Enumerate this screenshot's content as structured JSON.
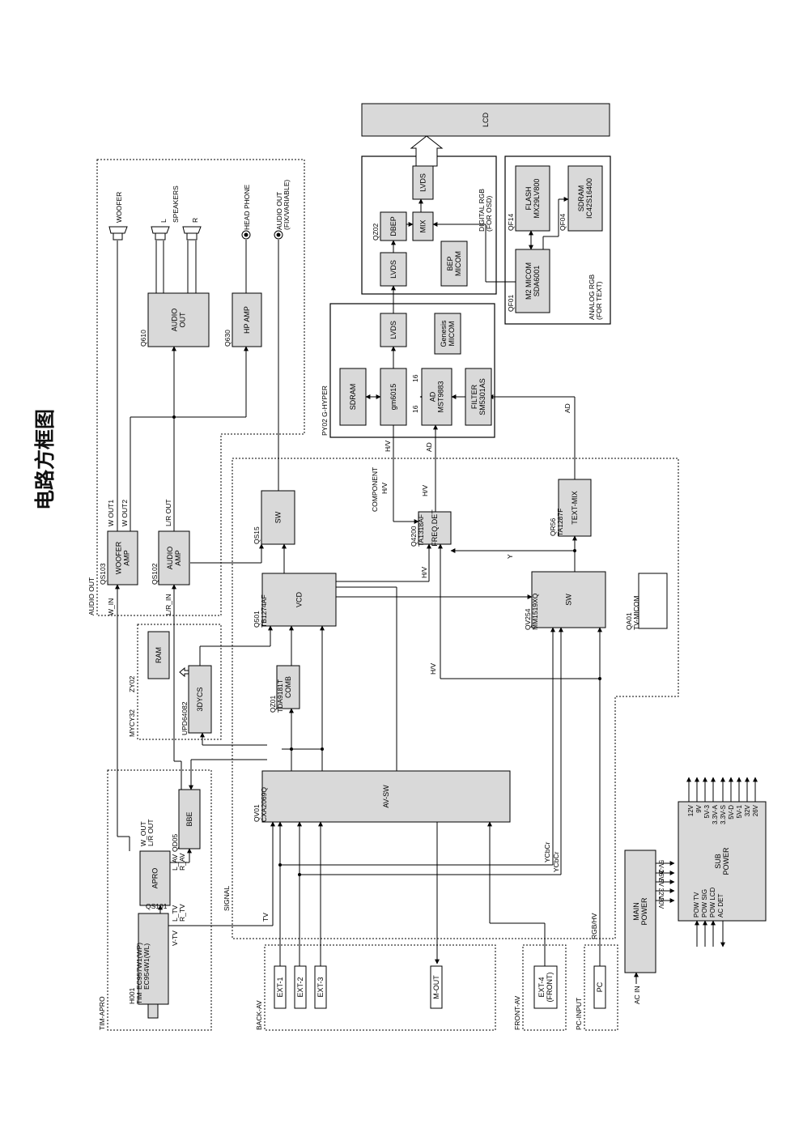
{
  "heading": "电路方框图",
  "diagram": {
    "sections": [
      {
        "id": "tim_apro",
        "label": "TIM-APRO"
      },
      {
        "id": "back_av",
        "label": "BACK-AV"
      },
      {
        "id": "front_av",
        "label": "FRONT-AV"
      },
      {
        "id": "pc_input",
        "label": "PC-INPUT"
      },
      {
        "id": "audio_out",
        "label": "AUDIO OUT"
      },
      {
        "id": "mycy32",
        "label": "MYCY32"
      },
      {
        "id": "zy02",
        "label": "ZY02"
      },
      {
        "id": "signal",
        "label": "SIGNAL"
      },
      {
        "id": "g_hyper",
        "label": "PY02  G-HYPER"
      },
      {
        "id": "digital_rgb",
        "label": "DIGITAL RGB (FOR OSD)"
      },
      {
        "id": "analog_rgb",
        "label": "ANALOG RGB (FOR TEXT)"
      }
    ],
    "blocks": [
      {
        "id": "lcd",
        "label": "LCD",
        "ref": ""
      },
      {
        "id": "ext1",
        "label": "EXT-1",
        "ref": ""
      },
      {
        "id": "ext2",
        "label": "EXT-2",
        "ref": ""
      },
      {
        "id": "ext3",
        "label": "EXT-3",
        "ref": ""
      },
      {
        "id": "mout",
        "label": "M-OUT",
        "ref": ""
      },
      {
        "id": "ext4",
        "label": "EXT-4 (FRONT)",
        "ref": ""
      },
      {
        "id": "pc",
        "label": "PC",
        "ref": ""
      },
      {
        "id": "tuner",
        "label": "",
        "ref": "H001 TIM"
      },
      {
        "id": "apro",
        "label": "APRO",
        "ref": "QS101"
      },
      {
        "id": "bbe",
        "label": "BBE",
        "ref": "QD05"
      },
      {
        "id": "ram",
        "label": "RAM",
        "ref": ""
      },
      {
        "id": "dycs",
        "label": "3DYCS",
        "ref": "UPD64082"
      },
      {
        "id": "comb",
        "label": "COMB",
        "ref": "QZ01 TDA9181T"
      },
      {
        "id": "avsw",
        "label": "AV-SW",
        "ref": "QV01 CXA2069Q"
      },
      {
        "id": "vcd",
        "label": "VCD",
        "ref": "Q501 TB1274AF"
      },
      {
        "id": "sw_video",
        "label": "SW",
        "ref": "QV254 MM1519XQ"
      },
      {
        "id": "tvmicom",
        "label": "",
        "ref": "QA01 TV-MICOM"
      },
      {
        "id": "woofer_amp",
        "label": "WOOFER AMP",
        "ref": "QS103"
      },
      {
        "id": "audio_amp",
        "label": "AUDIO AMP",
        "ref": "QS102"
      },
      {
        "id": "sw_audio",
        "label": "SW",
        "ref": "QS15"
      },
      {
        "id": "freqdet",
        "label": "FREQ.DET",
        "ref": "Q4200 TA1318AF"
      },
      {
        "id": "textmix",
        "label": "TEXT-MIX",
        "ref": "QR56 TA1287F"
      },
      {
        "id": "audio_out_ic",
        "label": "AUDIO OUT",
        "ref": "Q610"
      },
      {
        "id": "hp_amp",
        "label": "HP AMP",
        "ref": "Q630"
      },
      {
        "id": "sdram_h",
        "label": "SDRAM",
        "ref": ""
      },
      {
        "id": "gm6015",
        "label": "gm6015",
        "ref": ""
      },
      {
        "id": "ad",
        "label": "AD MST9883",
        "ref": ""
      },
      {
        "id": "filter",
        "label": "FILTER SM5301AS",
        "ref": ""
      },
      {
        "id": "lvds1",
        "label": "LVDS",
        "ref": ""
      },
      {
        "id": "genesis",
        "label": "Genesis MICOM",
        "ref": ""
      },
      {
        "id": "lvds2",
        "label": "LVDS",
        "ref": ""
      },
      {
        "id": "dbep",
        "label": "DBEP",
        "ref": "QZ02"
      },
      {
        "id": "mix",
        "label": "MIX",
        "ref": ""
      },
      {
        "id": "lvds3",
        "label": "LVDS",
        "ref": ""
      },
      {
        "id": "bep",
        "label": "BEP MICOM",
        "ref": ""
      },
      {
        "id": "m2micom",
        "label": "M2 MICOM SDA6001",
        "ref": "QF01"
      },
      {
        "id": "flash",
        "label": "FLASH MX29LV800",
        "ref": "QF14"
      },
      {
        "id": "sdram_t",
        "label": "SDRAM IC42S16400",
        "ref": "QF04"
      },
      {
        "id": "main_power",
        "label": "MAIN POWER",
        "ref": ""
      },
      {
        "id": "sub_power",
        "label": "SUB POWER",
        "ref": ""
      }
    ],
    "labels": {
      "tuner_ref2": "EC957W1(WP)",
      "tuner_ref3": "EC954W1(WL)",
      "vtv": "V-TV",
      "l_tv": "L_TV",
      "r_tv": "R_TV",
      "l_av": "L_AV",
      "r_av": "R_AV",
      "w_out": "W_OUT",
      "lr_out_bbe": "L/R OUT",
      "tv": "TV",
      "w_in": "W_IN",
      "w_out1": "W OUT1",
      "w_out2": "W OUT2",
      "lr_in": "L/R_IN",
      "lr_out": "L/R OUT",
      "ycbcr1": "YCbCr",
      "ycbcr2": "YCbCr",
      "rgbhv": "RGB/HV",
      "hv_main": "H/V",
      "hv_vcd": "H/V",
      "y": "Y",
      "component": "COMPONENT",
      "component_hv": "H/V",
      "hv_ad": "H/V",
      "hv_top": "H/V",
      "ad_mid": "AD",
      "ad_right": "AD",
      "bits1": "16",
      "bits2": "16",
      "woofer": "WOOFER",
      "speakers": "SPEAKERS",
      "spk_l": "L",
      "spk_r": "R",
      "head_phone": "HEAD PHONE",
      "audio_out_jack": "AUDIO OUT",
      "audio_out_jack2": "(FIX/VARIABLE)",
      "ac_in": "AC IN",
      "main_outs": [
        "5V-1",
        "26V",
        "5V",
        "32V",
        "20V"
      ],
      "sub_inputs": [
        "POW TV",
        "POW SIG",
        "POW LCD",
        "AC DET"
      ],
      "sub_outputs": [
        "12V",
        "9V",
        "5V-3",
        "3.3V-A",
        "3.3V-S",
        "5V-D",
        "5V-1",
        "32V",
        "26V"
      ]
    }
  }
}
